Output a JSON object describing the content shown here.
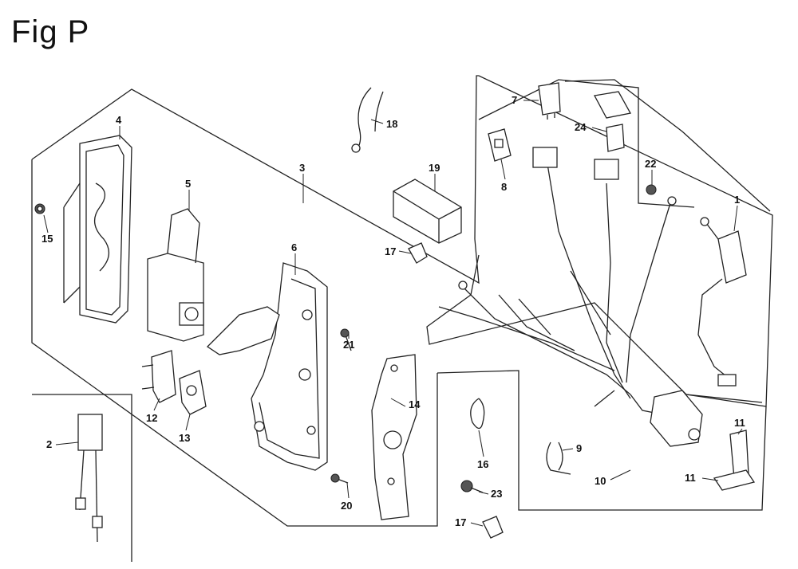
{
  "figure": {
    "title": "Fig P"
  },
  "callouts": {
    "c1": "1",
    "c2": "2",
    "c3": "3",
    "c4": "4",
    "c5": "5",
    "c6": "6",
    "c7": "7",
    "c8": "8",
    "c9": "9",
    "c10": "10",
    "c11a": "11",
    "c11b": "11",
    "c12": "12",
    "c13": "13",
    "c14": "14",
    "c15": "15",
    "c16": "16",
    "c17a": "17",
    "c17b": "17",
    "c18": "18",
    "c19": "19",
    "c20": "20",
    "c21": "21",
    "c22": "22",
    "c23": "23",
    "c24": "24"
  }
}
